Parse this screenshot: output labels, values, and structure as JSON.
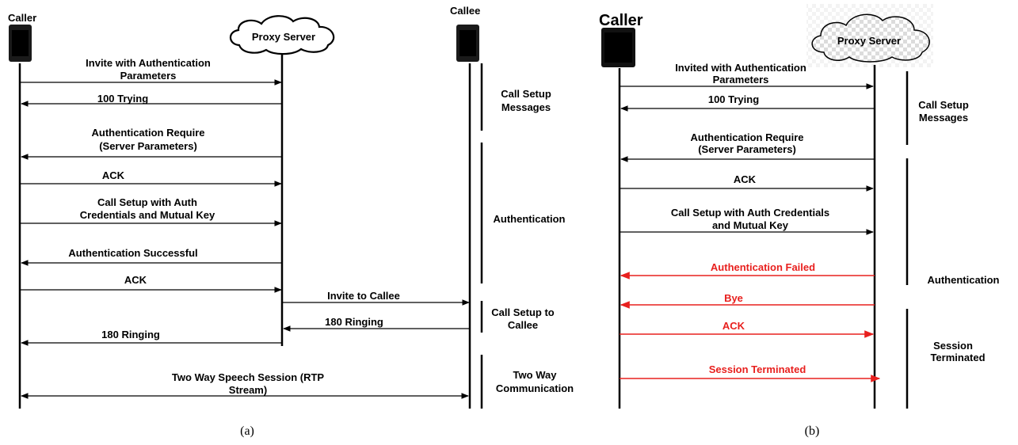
{
  "diagram_a": {
    "caller_label": "Caller",
    "callee_label": "Callee",
    "server_label": "Proxy Server",
    "messages": [
      {
        "lines": [
          "Invite with Authentication",
          "Parameters"
        ]
      },
      {
        "lines": [
          "100 Trying"
        ]
      },
      {
        "lines": [
          "Authentication Require",
          "(Server Parameters)"
        ]
      },
      {
        "lines": [
          "ACK"
        ]
      },
      {
        "lines": [
          "Call Setup with Auth",
          "Credentials and Mutual Key"
        ]
      },
      {
        "lines": [
          "Authentication Successful"
        ]
      },
      {
        "lines": [
          "ACK"
        ]
      },
      {
        "lines": [
          "Invite to Callee"
        ]
      },
      {
        "lines": [
          "180 Ringing"
        ]
      },
      {
        "lines": [
          "180 Ringing"
        ]
      },
      {
        "lines": [
          "Two Way Speech Session (RTP",
          "Stream)"
        ]
      }
    ],
    "phases": [
      {
        "lines": [
          "Call Setup",
          "Messages"
        ]
      },
      {
        "lines": [
          "Authentication"
        ]
      },
      {
        "lines": [
          "Call Setup to",
          "Callee"
        ]
      },
      {
        "lines": [
          "Two Way",
          "Communication"
        ]
      }
    ],
    "caption": "(a)"
  },
  "diagram_b": {
    "caller_label": "Caller",
    "server_label": "Proxy Server",
    "messages": [
      {
        "lines": [
          "Invited with Authentication",
          "Parameters"
        ]
      },
      {
        "lines": [
          "100 Trying"
        ]
      },
      {
        "lines": [
          "Authentication Require",
          "(Server Parameters)"
        ]
      },
      {
        "lines": [
          "ACK"
        ]
      },
      {
        "lines": [
          "Call Setup with Auth Credentials",
          "and Mutual Key"
        ]
      },
      {
        "lines": [
          "Authentication Failed"
        ]
      },
      {
        "lines": [
          "Bye"
        ]
      },
      {
        "lines": [
          "ACK"
        ]
      },
      {
        "lines": [
          "Session Terminated"
        ]
      }
    ],
    "phases": [
      {
        "lines": [
          "Call Setup",
          "Messages"
        ]
      },
      {
        "lines": [
          "Authentication"
        ]
      },
      {
        "lines": [
          "Session",
          "Terminated"
        ]
      }
    ],
    "caption": "(b)"
  },
  "colors": {
    "normal": "#000000",
    "failure": "#e8201e"
  }
}
